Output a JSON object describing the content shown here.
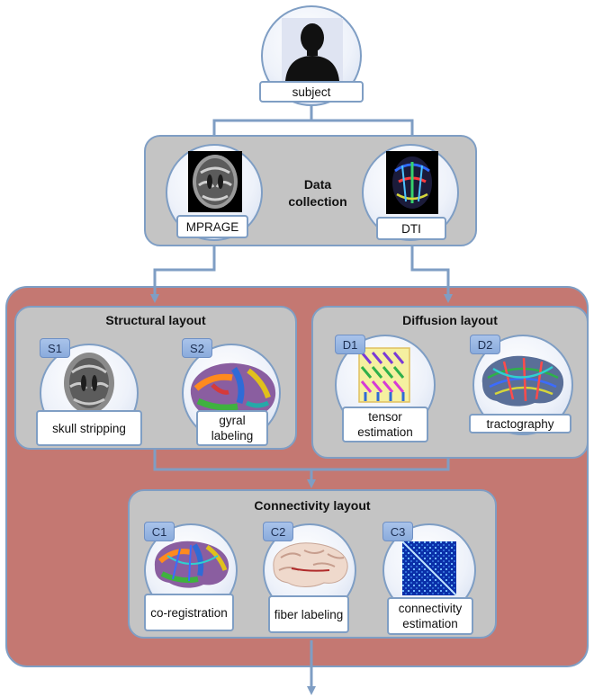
{
  "colors": {
    "pipeline_background": "#c47872",
    "panel_fill": "#c4c4c4",
    "accent_blue": "#7f9ec4",
    "badge_fill": "#9ab7e3"
  },
  "subject": {
    "label": "subject"
  },
  "data_collection": {
    "title": "Data collection",
    "mprage_label": "MPRAGE",
    "dti_label": "DTI"
  },
  "structural": {
    "title": "Structural layout",
    "s1": {
      "badge": "S1",
      "label": "skull stripping"
    },
    "s2": {
      "badge": "S2",
      "label": "gyral labeling"
    }
  },
  "diffusion": {
    "title": "Diffusion layout",
    "d1": {
      "badge": "D1",
      "label": "tensor estimation"
    },
    "d2": {
      "badge": "D2",
      "label": "tractography"
    }
  },
  "connectivity": {
    "title": "Connectivity layout",
    "c1": {
      "badge": "C1",
      "label": "co-registration"
    },
    "c2": {
      "badge": "C2",
      "label": "fiber labeling"
    },
    "c3": {
      "badge": "C3",
      "label": "connectivity estimation"
    }
  }
}
